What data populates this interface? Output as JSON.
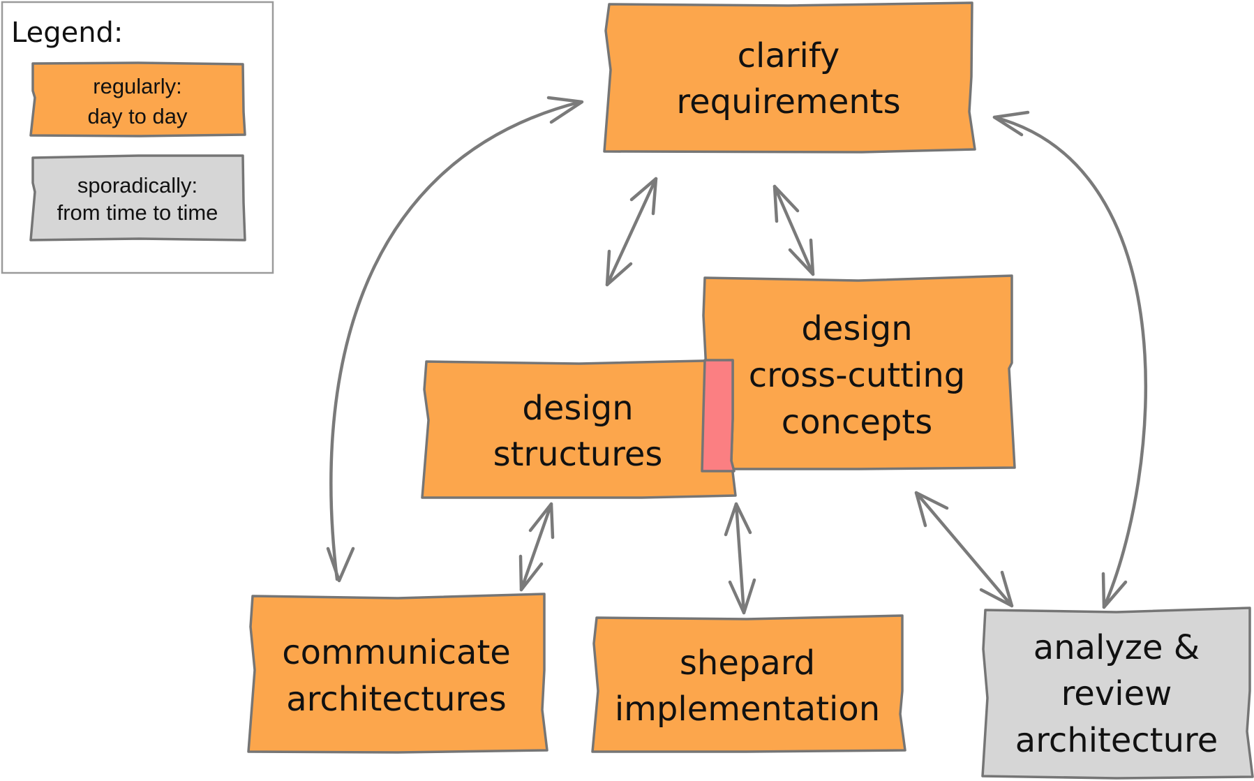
{
  "colors": {
    "regular": "#fca64c",
    "sporadic": "#d6d6d6",
    "overlap": "#fb7f82",
    "stroke": "#757575",
    "arrow": "#7a7a7a"
  },
  "legend": {
    "title": "Legend:",
    "regular": {
      "line1": "regularly:",
      "line2": "day to day"
    },
    "sporadic": {
      "line1": "sporadically:",
      "line2": "from time to time"
    }
  },
  "boxes": {
    "clarify": {
      "line1": "clarify",
      "line2": "requirements"
    },
    "cross": {
      "line1": "design",
      "line2": "cross-cutting",
      "line3": "concepts"
    },
    "structures": {
      "line1": "design",
      "line2": "structures"
    },
    "communicate": {
      "line1": "communicate",
      "line2": "architectures"
    },
    "shepard": {
      "line1": "shepard",
      "line2": "implementation"
    },
    "analyze": {
      "line1": "analyze &",
      "line2": "review",
      "line3": "architecture"
    }
  }
}
